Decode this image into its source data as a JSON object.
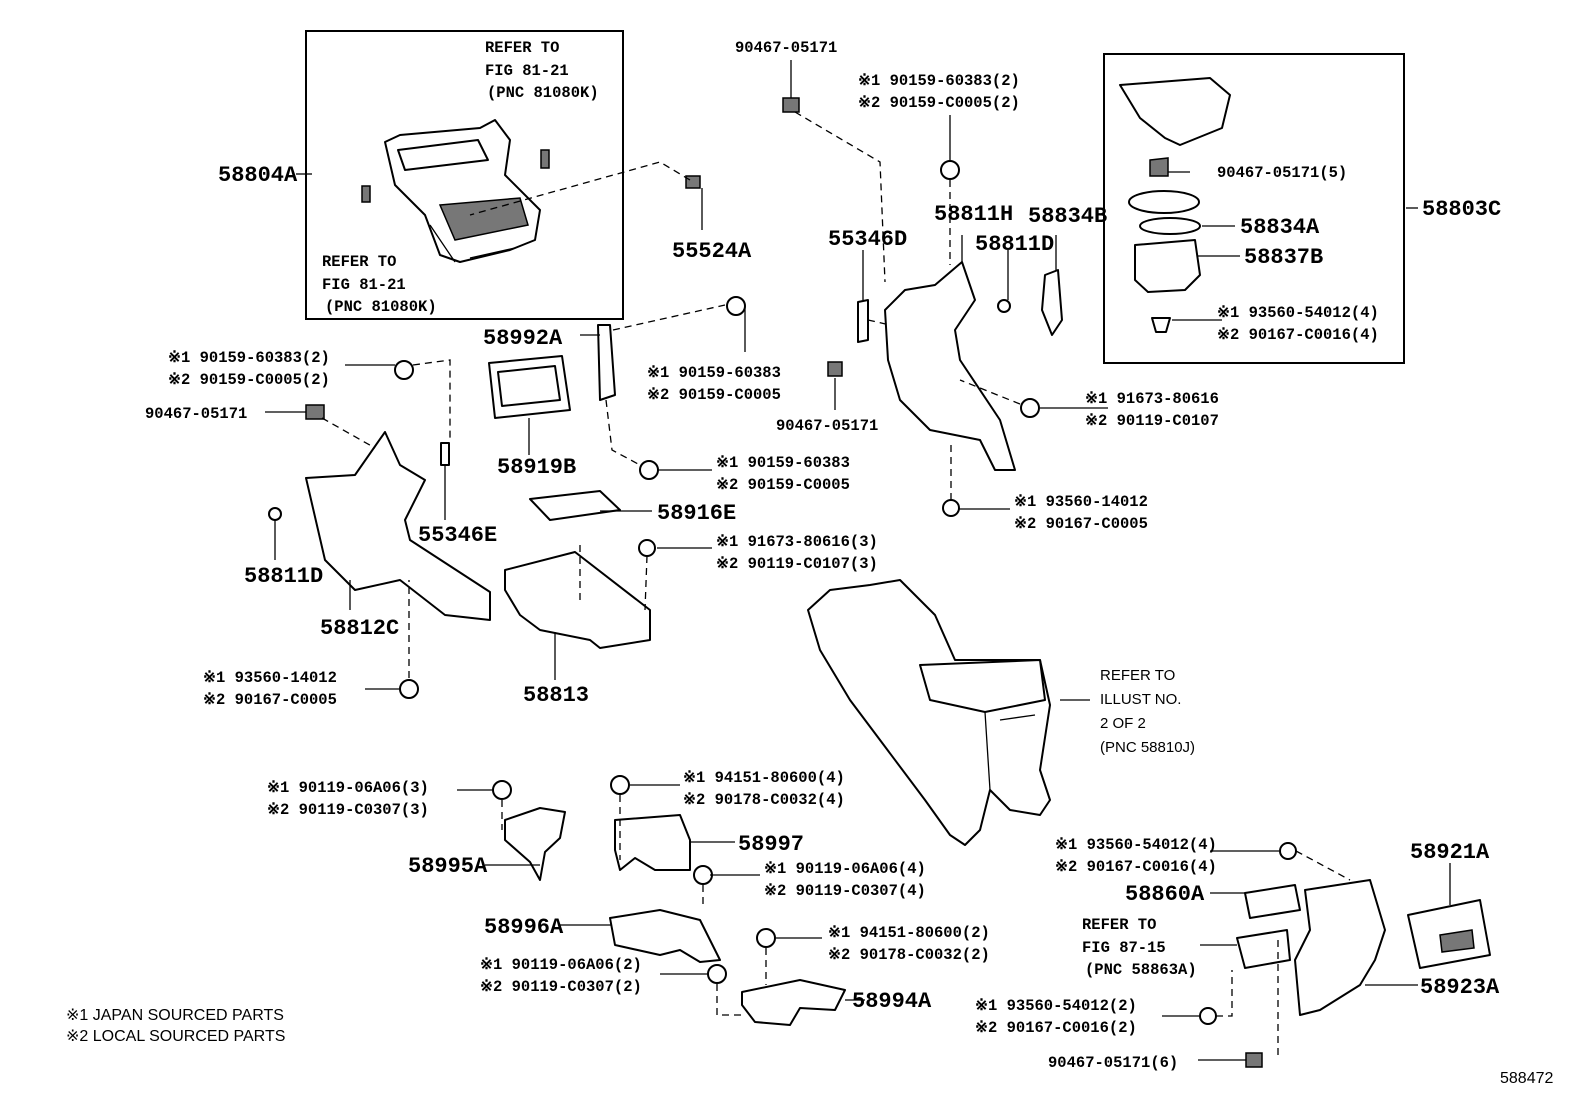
{
  "figure_id": "588472",
  "parts": {
    "p58804A": "58804A",
    "p55524A": "55524A",
    "p90467_top": "90467-05171",
    "p58803C": "58803C",
    "p58834A": "58834A",
    "p58837B": "58837B",
    "p90467_5": "90467-05171(5)",
    "p58811H": "58811H",
    "p58834B": "58834B",
    "p55346D": "55346D",
    "p58811D_r": "58811D",
    "p58992A": "58992A",
    "p90467_mid": "90467-05171",
    "p90467_left": "90467-05171",
    "p58919B": "58919B",
    "p58916E": "58916E",
    "p55346E": "55346E",
    "p58811D_l": "58811D",
    "p58812C": "58812C",
    "p58813": "58813",
    "p58997": "58997",
    "p58995A": "58995A",
    "p58996A": "58996A",
    "p58994A": "58994A",
    "p58921A": "58921A",
    "p58860A": "58860A",
    "p58923A": "58923A",
    "p90467_6": "90467-05171(6)"
  },
  "callouts": {
    "c1a": "※1 90159-60383(2)",
    "c1b": "※2 90159-C0005(2)",
    "c2a": "※1 93560-54012(4)",
    "c2b": "※2 90167-C0016(4)",
    "c3a": "※1 91673-80616",
    "c3b": "※2 90119-C0107",
    "c4a": "※1 93560-14012",
    "c4b": "※2 90167-C0005",
    "c5a": "※1 90159-60383",
    "c5b": "※2 90159-C0005",
    "c6a": "※1 90159-60383",
    "c6b": "※2 90159-C0005",
    "c7a": "※1 91673-80616(3)",
    "c7b": "※2 90119-C0107(3)",
    "c8a": "※1 90159-60383(2)",
    "c8b": "※2 90159-C0005(2)",
    "c9a": "※1 93560-14012",
    "c9b": "※2 90167-C0005",
    "c10a": "※1 90119-06A06(3)",
    "c10b": "※2 90119-C0307(3)",
    "c11a": "※1 94151-80600(4)",
    "c11b": "※2 90178-C0032(4)",
    "c12a": "※1 90119-06A06(4)",
    "c12b": "※2 90119-C0307(4)",
    "c13a": "※1 94151-80600(2)",
    "c13b": "※2 90178-C0032(2)",
    "c14a": "※1 90119-06A06(2)",
    "c14b": "※2 90119-C0307(2)",
    "c15a": "※1 93560-54012(4)",
    "c15b": "※2 90167-C0016(4)",
    "c16a": "※1 93560-54012(2)",
    "c16b": "※2 90167-C0016(2)"
  },
  "references": {
    "r1": [
      "REFER TO",
      "FIG 81-21",
      "(PNC 81080K)"
    ],
    "r2": [
      "REFER TO",
      "FIG 81-21",
      "(PNC 81080K)"
    ],
    "r3": [
      "REFER TO",
      "ILLUST NO.",
      "2 OF 2",
      "(PNC 58810J)"
    ],
    "r4": [
      "REFER TO",
      "FIG 87-15",
      "(PNC 58863A)"
    ]
  },
  "notes": [
    "※1 JAPAN SOURCED PARTS",
    "※2 LOCAL SOURCED PARTS"
  ]
}
